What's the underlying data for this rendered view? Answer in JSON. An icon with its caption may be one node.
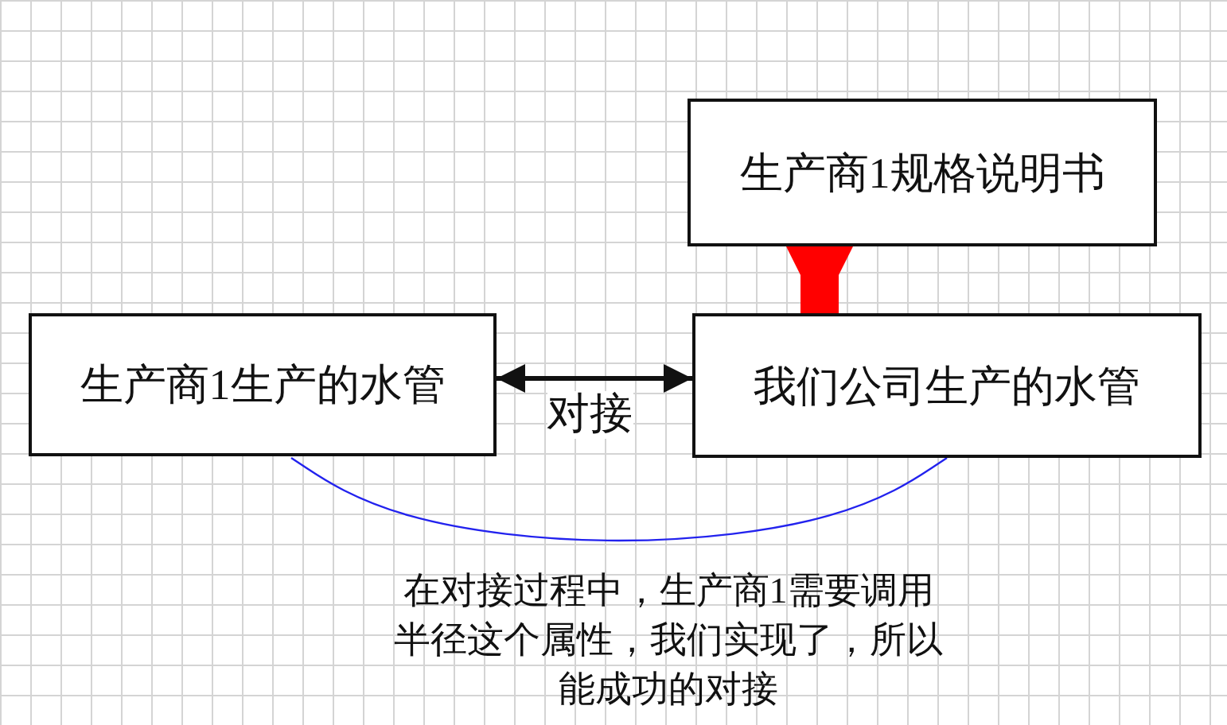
{
  "diagram": {
    "nodes": [
      {
        "text": [
          "生产商1规格说明书"
        ]
      },
      {
        "text": [
          "生产商1生产的水管"
        ]
      },
      {
        "text": [
          "我们公司生产的水管"
        ]
      }
    ],
    "edges": [
      {
        "from": 0,
        "to": 2,
        "arrow": "to",
        "style": "thick",
        "color": "#ff0000"
      },
      {
        "from": 1,
        "to": 2,
        "arrow": "both",
        "label": "对接",
        "color": "#111111"
      },
      {
        "from": 1,
        "to": 2,
        "arrow": "none",
        "color": "#2222ee"
      }
    ],
    "labels": [
      "在对接过程中，生产商1需要调用半径这个属性，我们实现了，所以能成功的对接"
    ]
  }
}
